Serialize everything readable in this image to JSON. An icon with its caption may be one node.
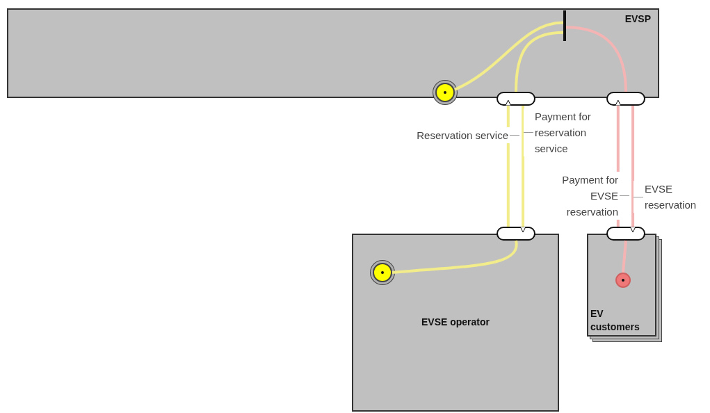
{
  "diagram": {
    "nodes": [
      {
        "text": [
          "EVSP"
        ]
      },
      {
        "text": [],
        "shape": "circle",
        "in": 0
      },
      {
        "text": [],
        "shape": "bar",
        "in": 0
      },
      {
        "text": [],
        "shape": "box"
      },
      {
        "text": [],
        "shape": "box"
      },
      {
        "text": [
          "EVSE operator"
        ]
      },
      {
        "text": [],
        "shape": "box"
      },
      {
        "text": [],
        "shape": "circle",
        "in": 5
      },
      {
        "text": [
          "EV customers"
        ]
      },
      {
        "text": [],
        "shape": "box"
      },
      {
        "text": [],
        "shape": "circle",
        "in": 8
      }
    ],
    "edges": [
      {
        "from": 1,
        "to": 2,
        "arrow": "none"
      },
      {
        "from": 2,
        "to": 3,
        "arrow": "none"
      },
      {
        "from": 2,
        "to": 4,
        "arrow": "none",
        "color": "#f4b4b4"
      },
      {
        "from": 6,
        "to": 3,
        "arrow": "to",
        "label": "Reservation service"
      },
      {
        "from": 3,
        "to": 6,
        "arrow": "to",
        "label": "Payment for reservation service"
      },
      {
        "from": 9,
        "to": 4,
        "arrow": "to",
        "label": "Payment for EVSE reservation",
        "color": "#f4b4b4"
      },
      {
        "from": 4,
        "to": 9,
        "arrow": "to",
        "label": "EVSE reservation",
        "color": "#f4b4b4"
      },
      {
        "from": 7,
        "to": 6,
        "arrow": "none"
      },
      {
        "from": 9,
        "to": 10,
        "arrow": "none",
        "color": "#f4b4b4"
      }
    ]
  }
}
